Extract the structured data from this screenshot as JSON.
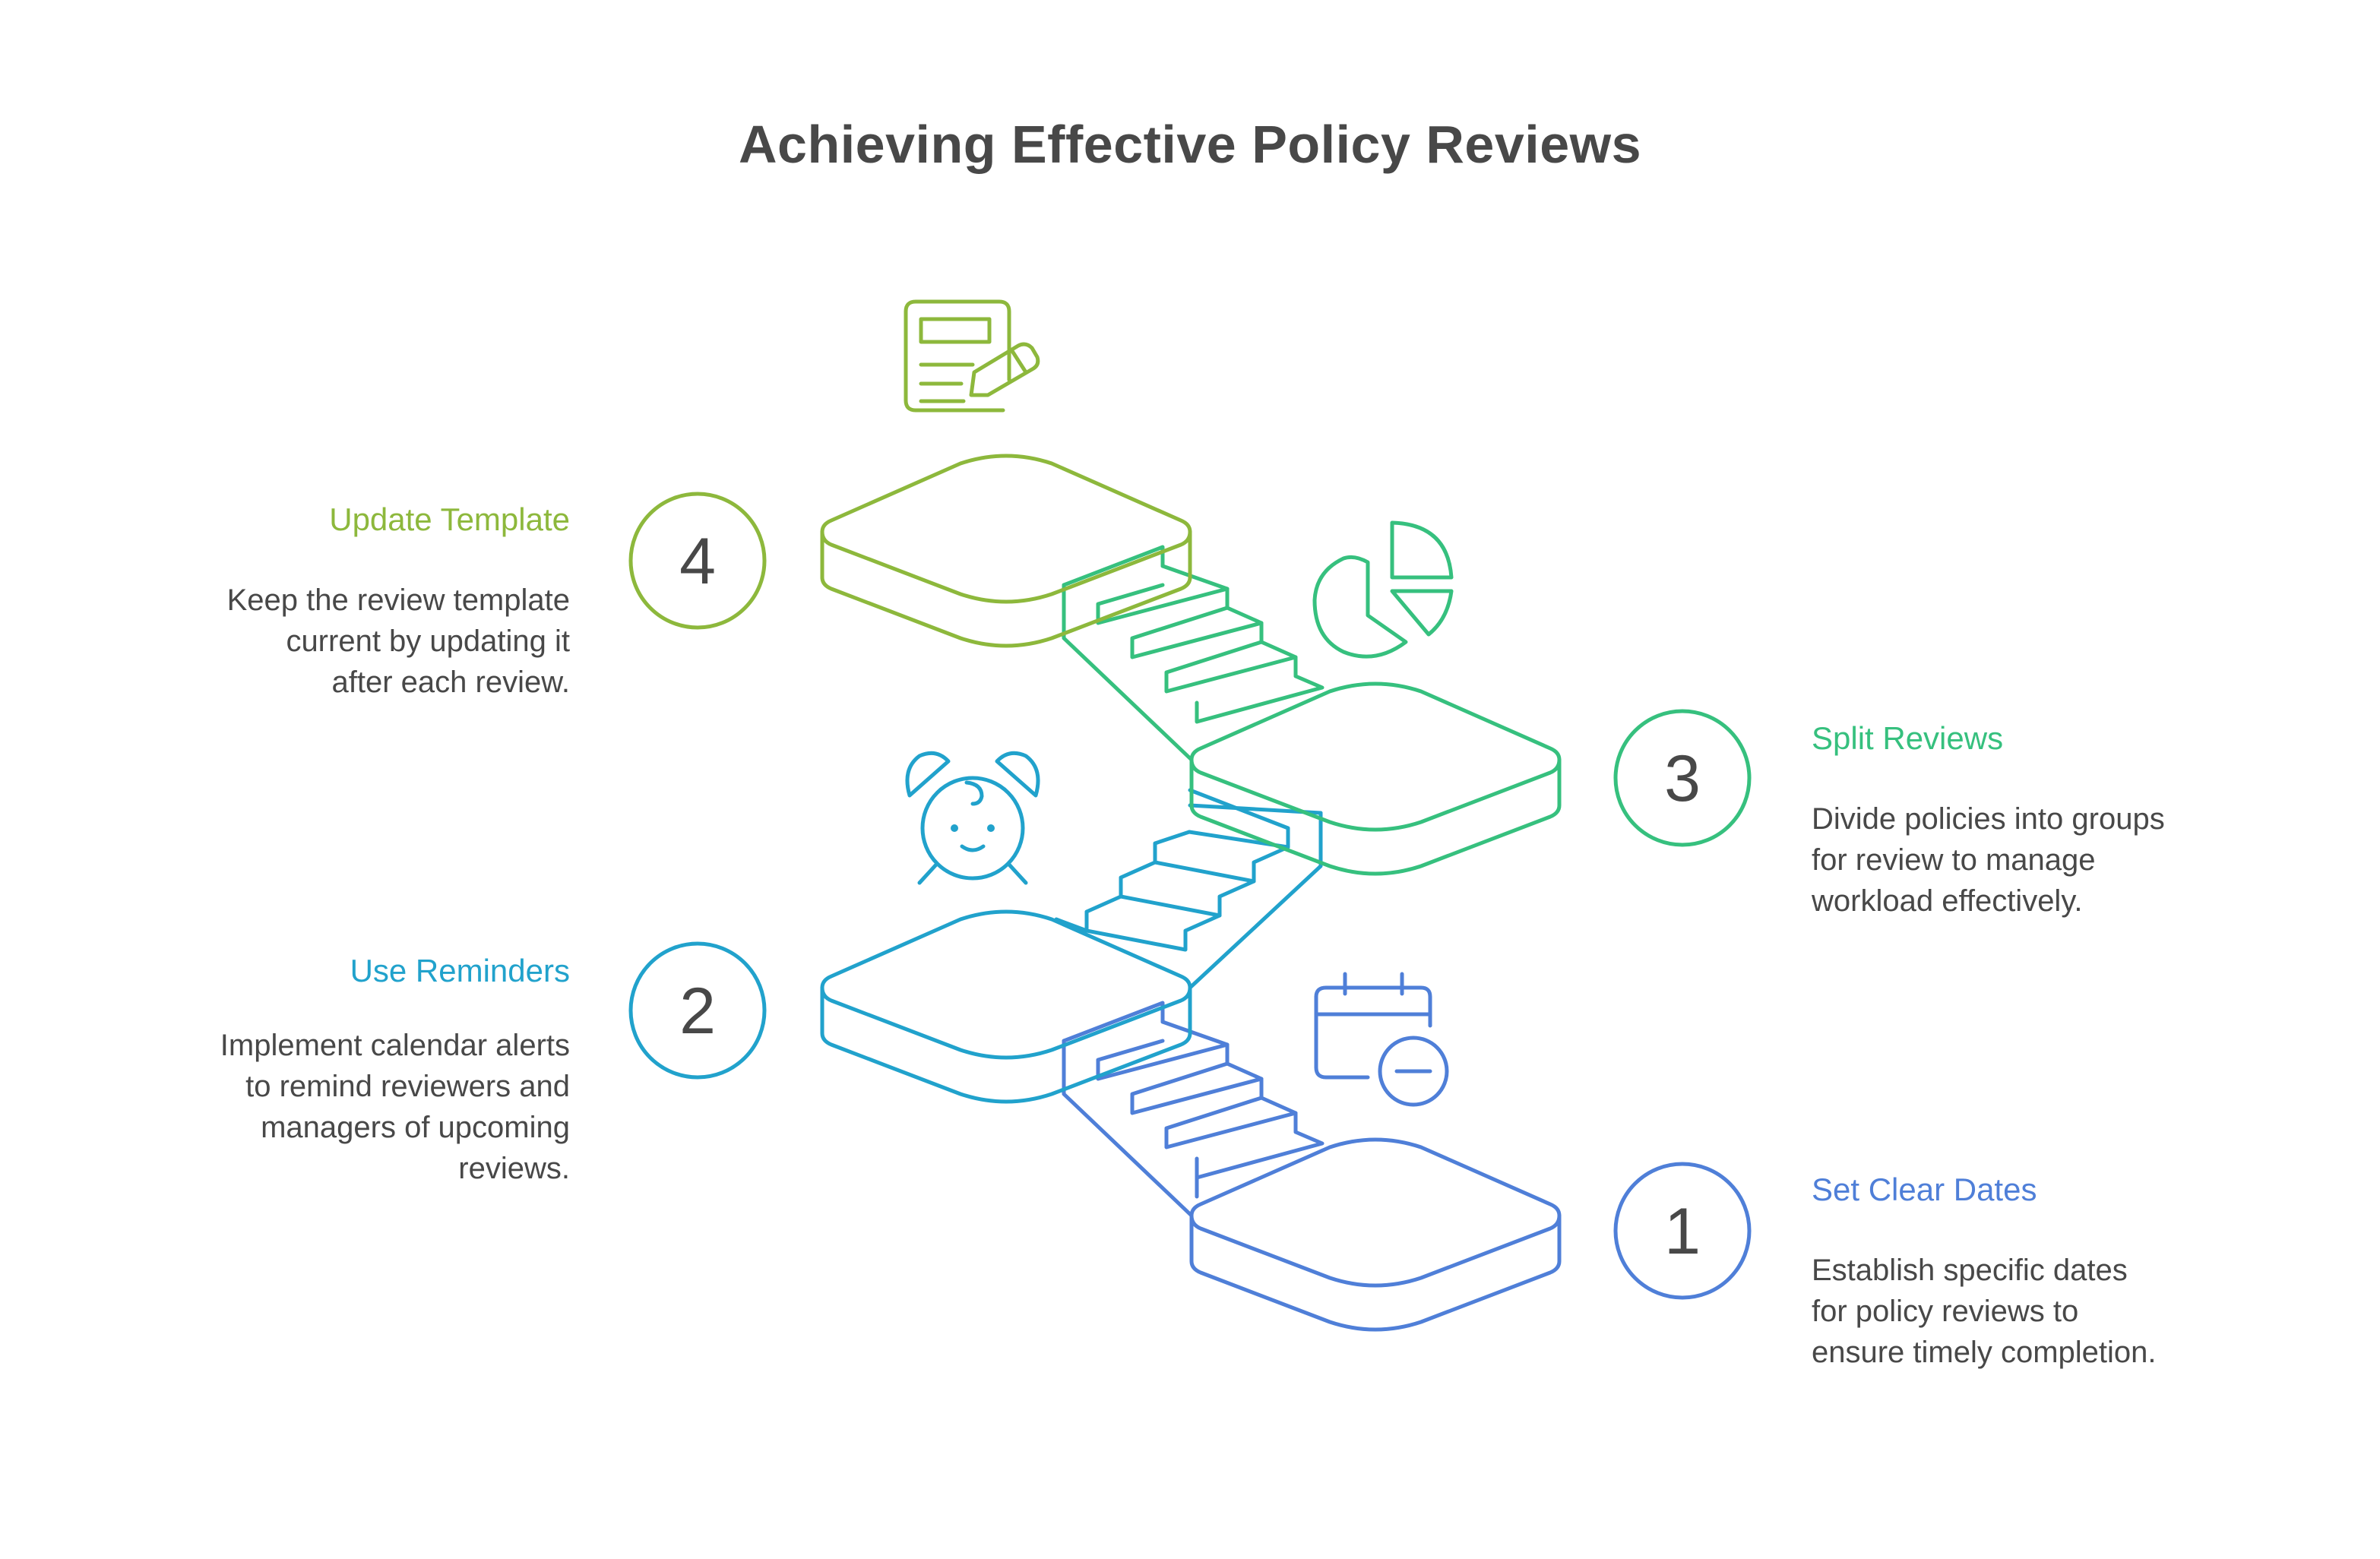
{
  "title": "Achieving Effective Policy Reviews",
  "colors": {
    "step1": "#4F7FD8",
    "step2": "#21A2CC",
    "step3": "#36C07E",
    "step4": "#8DB83C",
    "text": "#484848"
  },
  "steps": [
    {
      "number": "1",
      "title": "Set Clear Dates",
      "desc": [
        "Establish specific dates",
        "for policy reviews to",
        "ensure timely completion."
      ],
      "icon": "calendar-minus-icon"
    },
    {
      "number": "2",
      "title": "Use Reminders",
      "desc": [
        "Implement calendar alerts",
        "to remind reviewers and",
        "managers of upcoming",
        "reviews."
      ],
      "icon": "alarm-clock-icon"
    },
    {
      "number": "3",
      "title": "Split Reviews",
      "desc": [
        "Divide policies into groups",
        "for review to manage",
        "workload effectively."
      ],
      "icon": "pie-chart-icon"
    },
    {
      "number": "4",
      "title": "Update Template",
      "desc": [
        "Keep the review template",
        "current by updating it",
        "after each review."
      ],
      "icon": "document-edit-icon"
    }
  ]
}
